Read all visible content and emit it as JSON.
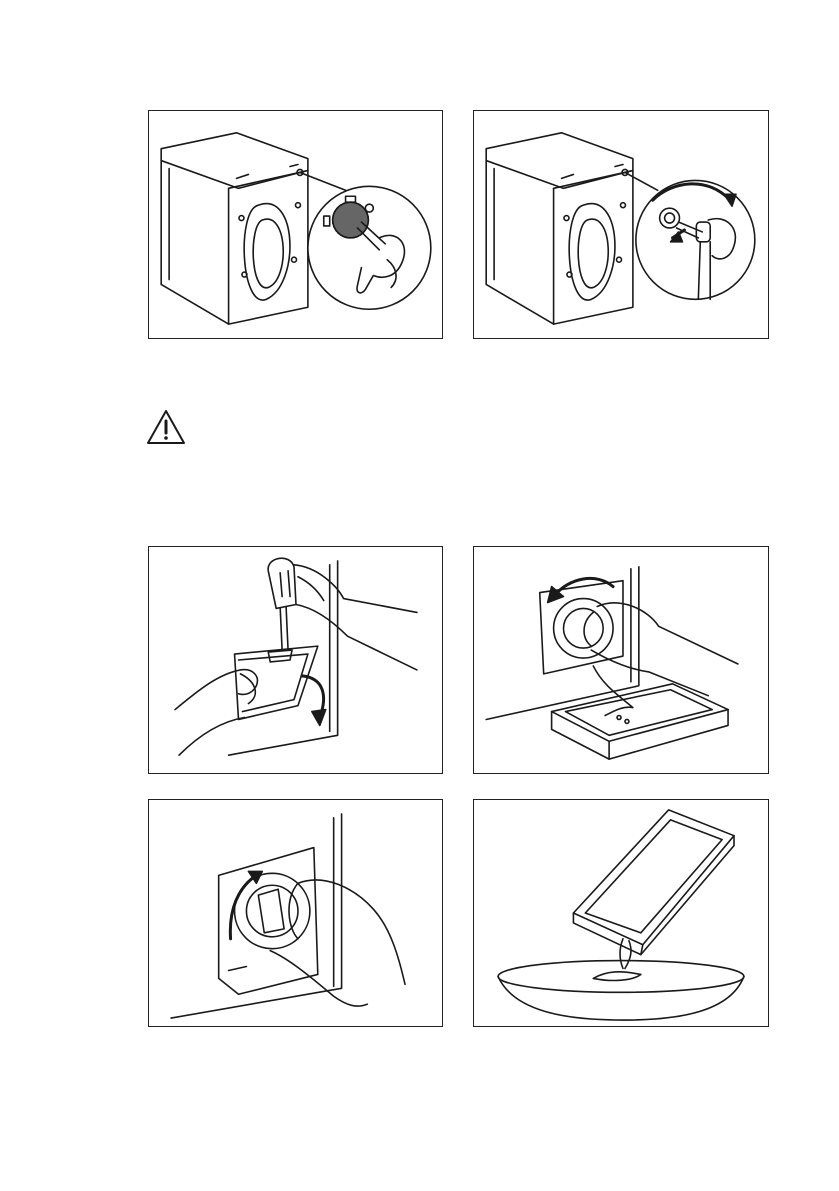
{
  "page": {
    "background": "#ffffff",
    "line_color": "#1a1a1a"
  },
  "figures": [
    {
      "id": "fig-top-left",
      "icon": "washer-back-inlet-filter"
    },
    {
      "id": "fig-top-right",
      "icon": "washer-back-hose-connection"
    },
    {
      "id": "fig-mid-left",
      "icon": "screwdriver-open-flap"
    },
    {
      "id": "fig-mid-right",
      "icon": "unscrew-drain-filter-water-tray"
    },
    {
      "id": "fig-bottom-left",
      "icon": "turn-filter-clockwise"
    },
    {
      "id": "fig-bottom-right",
      "icon": "empty-tray-into-bowl"
    }
  ],
  "warning": {
    "icon": "warning-triangle-icon"
  }
}
